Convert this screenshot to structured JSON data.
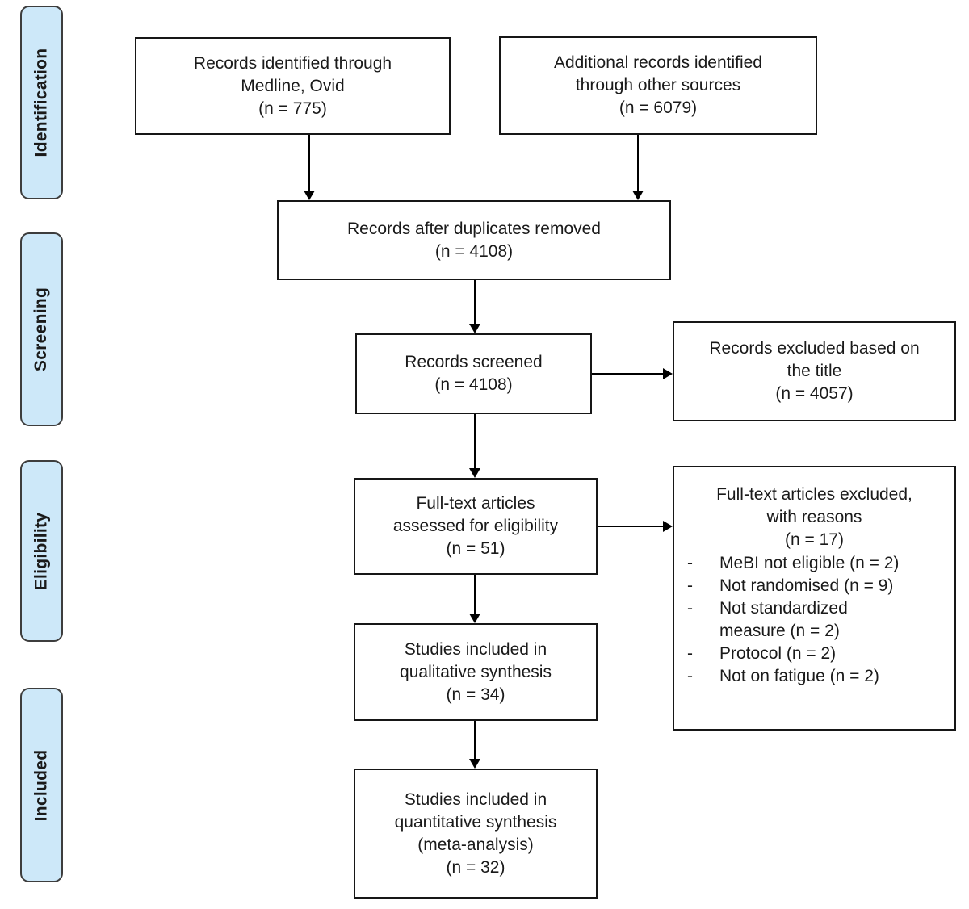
{
  "stages": [
    {
      "label": "Identification"
    },
    {
      "label": "Screening"
    },
    {
      "label": "Eligibility"
    },
    {
      "label": "Included"
    }
  ],
  "boxes": {
    "identified": {
      "lines": [
        "Records identified through",
        "Medline, Ovid",
        "(n = 775)"
      ]
    },
    "additional": {
      "lines": [
        "Additional records identified",
        "through other sources",
        "(n = 6079)"
      ]
    },
    "duplicates": {
      "lines": [
        "Records after duplicates removed",
        "(n = 4108)"
      ]
    },
    "screened": {
      "lines": [
        "Records screened",
        "(n = 4108)"
      ]
    },
    "excluded_title": {
      "lines": [
        "Records excluded based on",
        "the title",
        "(n = 4057)"
      ]
    },
    "fulltext": {
      "lines": [
        "Full-text articles",
        "assessed for eligibility",
        "(n = 51)"
      ]
    },
    "fulltext_excluded": {
      "lines": [
        "Full-text articles excluded,",
        "with reasons",
        "(n = 17)"
      ],
      "bullet": "-",
      "reasons": [
        "MeBI not eligible (n = 2)",
        "Not randomised (n = 9)",
        "Not standardized measure (n = 2)",
        "Protocol (n = 2)",
        "Not on fatigue (n = 2)"
      ]
    },
    "qualitative": {
      "lines": [
        "Studies included in",
        "qualitative synthesis",
        "(n = 34)"
      ]
    },
    "quantitative": {
      "lines": [
        "Studies included in",
        "quantitative synthesis",
        "(meta-analysis)",
        "(n = 32)"
      ]
    }
  },
  "colors": {
    "background": "#ffffff",
    "stage_fill": "#cde8f9",
    "stage_border": "#3d3d3d",
    "box_border": "#161616",
    "arrow": "#000000",
    "text": "#1a1a1a"
  }
}
